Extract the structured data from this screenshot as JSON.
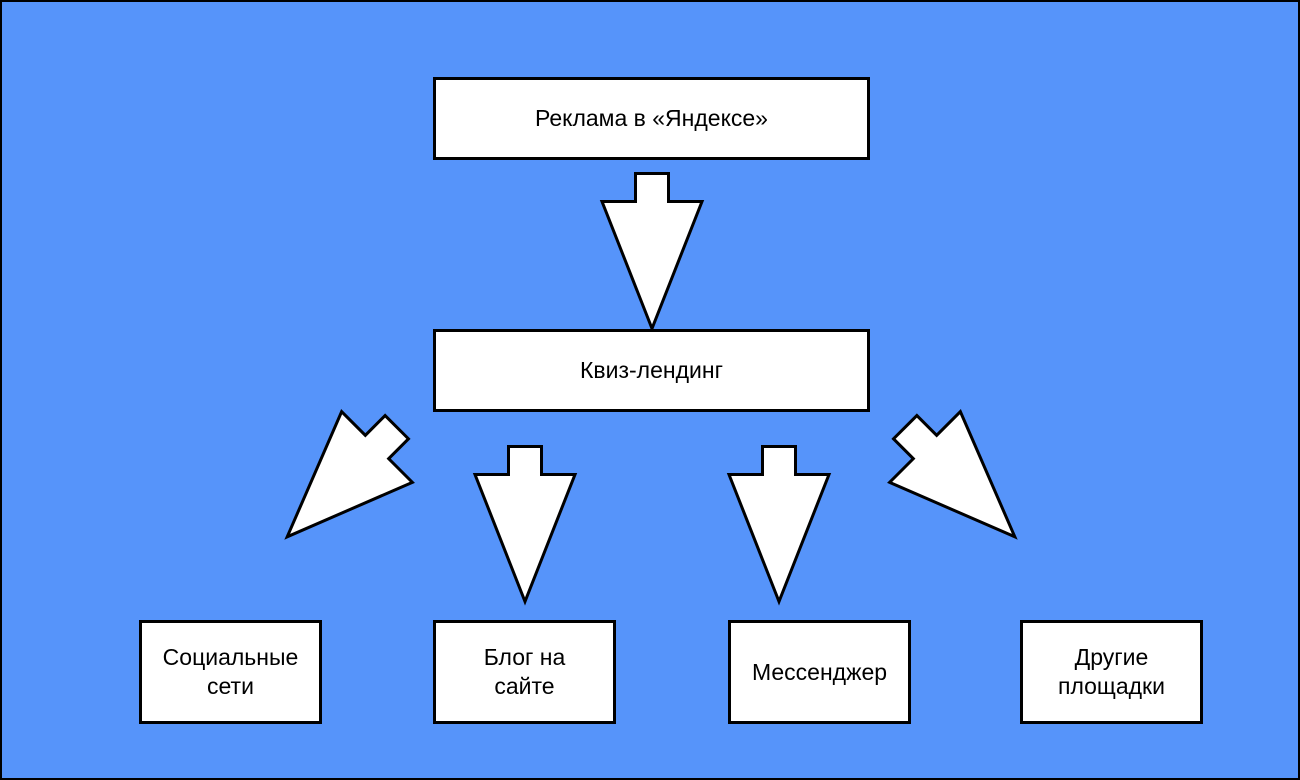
{
  "diagram": {
    "title": "Quiz-landing traffic flow diagram",
    "colors": {
      "background": "#5694fa",
      "node_fill": "#ffffff",
      "node_border": "#000000",
      "arrow_fill": "#ffffff",
      "arrow_outline": "#000000",
      "text": "#000000"
    },
    "nodes": {
      "top": {
        "label": "Реклама в «Яндексе»"
      },
      "middle": {
        "label": "Квиз-лендинг"
      },
      "bottom": [
        {
          "label": "Социальные\nсети"
        },
        {
          "label": "Блог на\nсайте"
        },
        {
          "label": "Мессенджер"
        },
        {
          "label": "Другие\nплощадки"
        }
      ]
    },
    "edges": [
      {
        "from": "Реклама в «Яндексе»",
        "to": "Квиз-лендинг",
        "direction": "down"
      },
      {
        "from": "Квиз-лендинг",
        "to": "Социальные сети",
        "direction": "down-left"
      },
      {
        "from": "Квиз-лендинг",
        "to": "Блог на сайте",
        "direction": "down"
      },
      {
        "from": "Квиз-лендинг",
        "to": "Мессенджер",
        "direction": "down"
      },
      {
        "from": "Квиз-лендинг",
        "to": "Другие площадки",
        "direction": "down-right"
      }
    ]
  }
}
